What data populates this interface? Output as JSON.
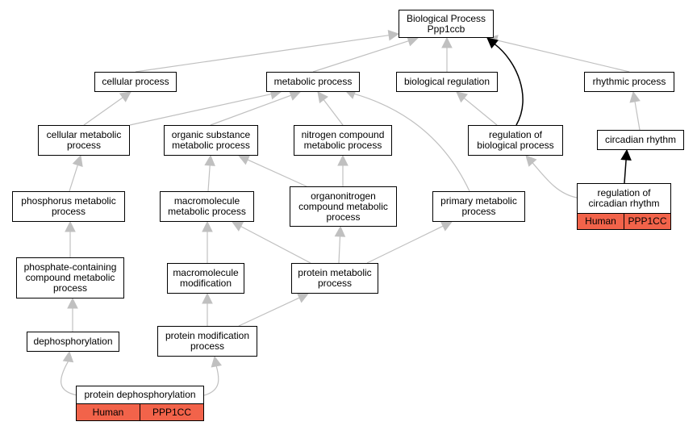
{
  "nodes": {
    "bp": [
      "Biological Process",
      "Ppp1ccb"
    ],
    "cellular_process": [
      "cellular process"
    ],
    "metabolic_process": [
      "metabolic process"
    ],
    "biological_regulation": [
      "biological regulation"
    ],
    "rhythmic_process": [
      "rhythmic process"
    ],
    "cellular_metabolic": [
      "cellular metabolic",
      "process"
    ],
    "organic_substance": [
      "organic substance",
      "metabolic process"
    ],
    "nitrogen_compound": [
      "nitrogen compound",
      "metabolic process"
    ],
    "regulation_bp": [
      "regulation of",
      "biological process"
    ],
    "circadian_rhythm": [
      "circadian rhythm"
    ],
    "phosphorus_metabolic": [
      "phosphorus metabolic",
      "process"
    ],
    "macromolecule_metabolic": [
      "macromolecule",
      "metabolic process"
    ],
    "organonitrogen": [
      "organonitrogen",
      "compound metabolic",
      "process"
    ],
    "primary_metabolic": [
      "primary metabolic",
      "process"
    ],
    "regulation_circadian": [
      "regulation of",
      "circadian rhythm"
    ],
    "phosphate_containing": [
      "phosphate-containing",
      "compound metabolic",
      "process"
    ],
    "macromolecule_modification": [
      "macromolecule",
      "modification"
    ],
    "protein_metabolic": [
      "protein metabolic",
      "process"
    ],
    "dephosphorylation": [
      "dephosphorylation"
    ],
    "protein_modification": [
      "protein modification",
      "process"
    ],
    "protein_dephosphorylation": [
      "protein dephosphorylation"
    ]
  },
  "annotations": {
    "regulation_circadian": [
      "Human",
      "PPP1CC"
    ],
    "protein_dephosphorylation": [
      "Human",
      "PPP1CC"
    ]
  },
  "colors": {
    "edge": "#c0c0c0",
    "edge_strong": "#000000",
    "annotation_fill": "#f2634a"
  }
}
